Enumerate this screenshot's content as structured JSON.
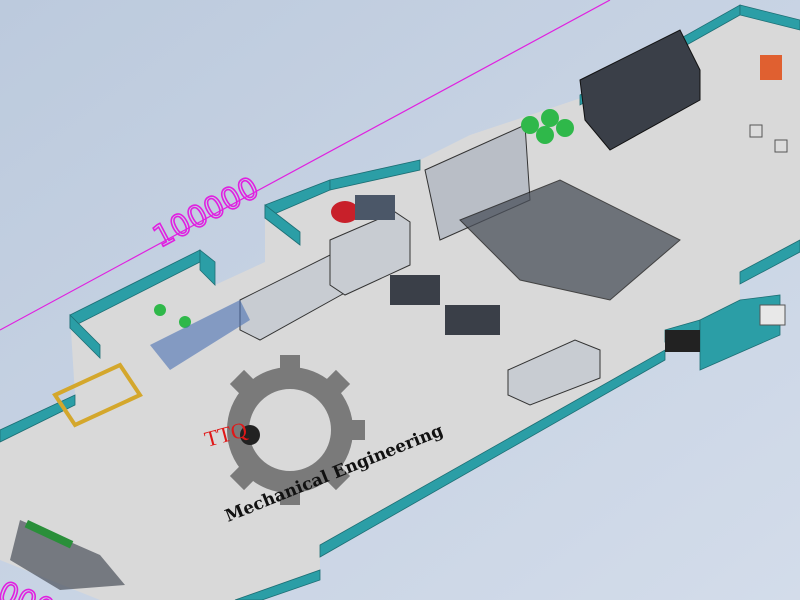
{
  "viewport": {
    "background": "#c6d3e4"
  },
  "dimensions": {
    "top_length": "100000",
    "bottom_length_partial": "000",
    "color": "#e020e0"
  },
  "logo": {
    "brand": "TTQ",
    "tagline": "Mechanical Engineering",
    "brand_color": "#e01818",
    "gear_color": "#7a7a7a"
  },
  "colors": {
    "floor": "#d9d9d9",
    "wall": "#2b9ea6",
    "machinery": "#3a3f48",
    "tanks": "#2fb84a",
    "frames": "#d4a72c",
    "boiler": "#c8202a"
  }
}
